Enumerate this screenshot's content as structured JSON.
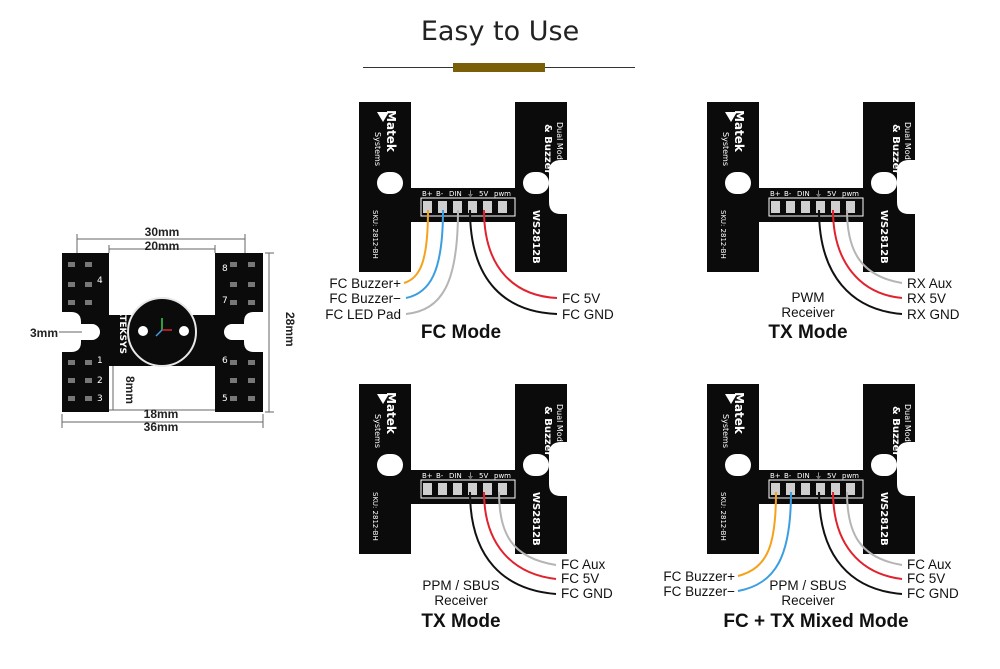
{
  "title": "Easy to Use",
  "colors": {
    "accent_bar": "#7a5e08",
    "wire_orange": "#f5a21b",
    "wire_blue": "#3a9ee0",
    "wire_gray": "#b5b5b5",
    "wire_red": "#e0232e",
    "wire_black": "#111111",
    "board": "#0b0b0b"
  },
  "board_silk": {
    "brand": "Matek",
    "brand_sub": "Systems",
    "product_line1": "& Buzzer",
    "product_line2": "Dual Modes",
    "size": "28mm",
    "model": "WS2812B",
    "sku": "SKU: 2812-BH",
    "pins": [
      "B+",
      "B-",
      "DIN",
      "⏚",
      "5V",
      "pwm"
    ]
  },
  "dimension_board": {
    "silk_text": "MATEKSYS",
    "dims": {
      "width_outer": "36mm",
      "width_inner": "18mm",
      "top_outer": "30mm",
      "top_inner": "20mm",
      "height": "28mm",
      "slot": "3mm",
      "notch": "8mm"
    },
    "led_numbers": [
      "1",
      "2",
      "3",
      "4",
      "5",
      "6",
      "7",
      "8"
    ]
  },
  "panels": {
    "fc": {
      "mode": "FC Mode",
      "left_labels": [
        "FC Buzzer+",
        "FC Buzzer−",
        "FC LED Pad"
      ],
      "right_labels": [
        "FC 5V",
        "FC GND"
      ]
    },
    "tx": {
      "mode": "TX Mode",
      "receiver": [
        "PWM",
        "Receiver"
      ],
      "right_labels": [
        "RX Aux",
        "RX 5V",
        "RX GND"
      ]
    },
    "tx2": {
      "mode": "TX Mode",
      "receiver": [
        "PPM / SBUS",
        "Receiver"
      ],
      "right_labels": [
        "FC Aux",
        "FC 5V",
        "FC GND"
      ]
    },
    "mixed": {
      "mode": "FC + TX Mixed Mode",
      "left_labels": [
        "FC Buzzer+",
        "FC Buzzer−"
      ],
      "receiver": [
        "PPM / SBUS",
        "Receiver"
      ],
      "right_labels": [
        "FC Aux",
        "FC 5V",
        "FC GND"
      ]
    }
  }
}
